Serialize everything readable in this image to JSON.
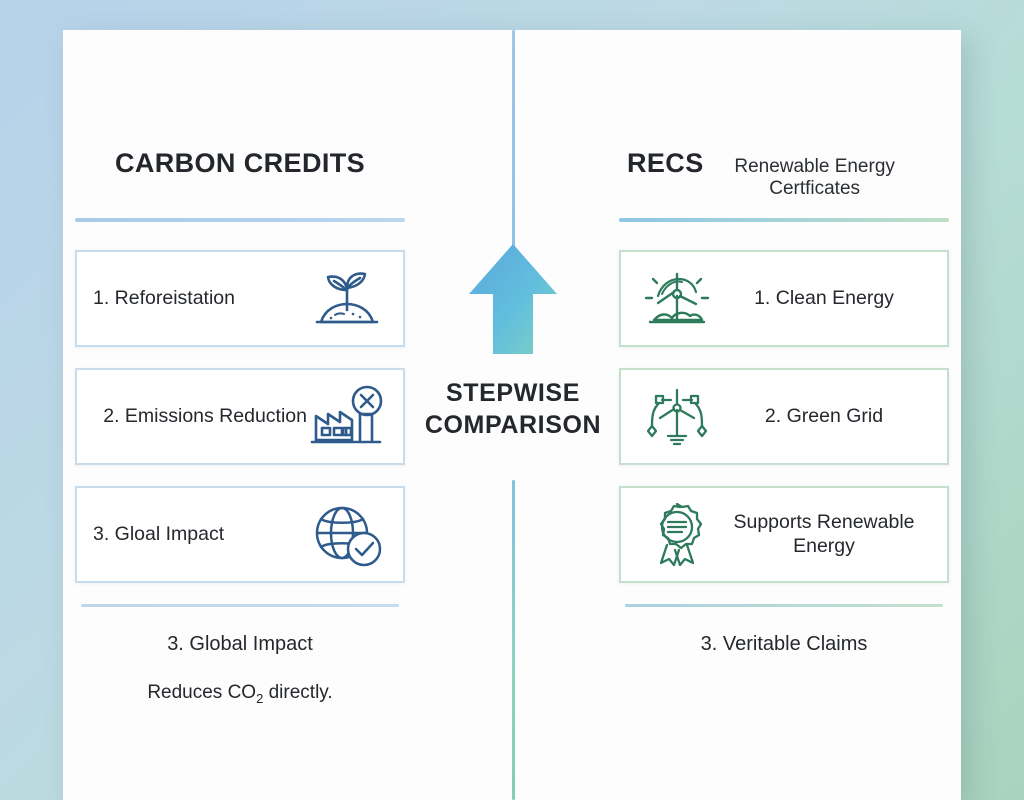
{
  "background": {
    "gradient_from": "#b6d2ea",
    "gradient_to": "#a9d3bd"
  },
  "center": {
    "arrow_icon": "up-arrow-icon",
    "arrow_gradient_from": "#5fb3e0",
    "arrow_gradient_to": "#76cfc4",
    "title_line1": "STEPWISE",
    "title_line2": "COMPARISON"
  },
  "left_column": {
    "title": "CARBON CREDITS",
    "subtitle": "",
    "rule_color": "#a8cbea",
    "border_color": "#c8dcef",
    "items": [
      {
        "label": "1. Reforeistation",
        "icon": "seedling-plant-icon",
        "icon_side": "right"
      },
      {
        "label": "2. Emissions Reduction",
        "icon": "factory-no-emissions-icon",
        "icon_side": "right"
      },
      {
        "label": "3. Gloal Impact",
        "icon": "globe-check-icon",
        "icon_side": "right"
      }
    ],
    "footer": {
      "title": "3. Global Impact",
      "note_prefix": "Reduces CO",
      "note_sub": "2",
      "note_suffix": " directly."
    }
  },
  "right_column": {
    "title": "RECS",
    "subtitle": "Renewable Energy Certficates",
    "rule_color": "#8fc6e6",
    "border_color": "#c3e0cd",
    "items": [
      {
        "label": "1. Clean Energy",
        "icon": "wind-turbine-sun-icon",
        "icon_side": "left"
      },
      {
        "label": "2. Green Grid",
        "icon": "power-grid-turbine-icon",
        "icon_side": "left"
      },
      {
        "label": "Supports Renewable Energy",
        "icon": "certificate-rosette-icon",
        "icon_side": "left"
      }
    ],
    "footer": {
      "title": "3. Veritable Claims",
      "note_prefix": "",
      "note_sub": "",
      "note_suffix": ""
    }
  }
}
